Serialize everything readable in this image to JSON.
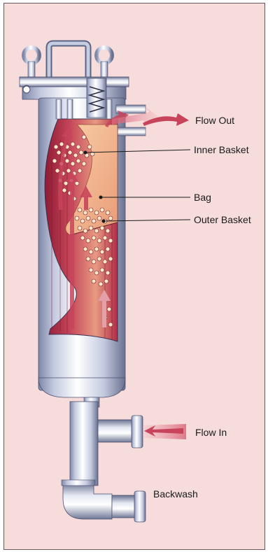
{
  "labels": {
    "flow_out": "Flow Out",
    "inner_basket": "Inner Basket",
    "bag": "Bag",
    "outer_basket": "Outer Basket",
    "flow_in": "Flow In",
    "backwash": "Backwash"
  },
  "colors": {
    "background": "#f7dcdc",
    "steel": "#c9cfe2",
    "flow_arrow": "#c8445a",
    "bag": "#f2b58e",
    "basket": "#a3213d"
  }
}
